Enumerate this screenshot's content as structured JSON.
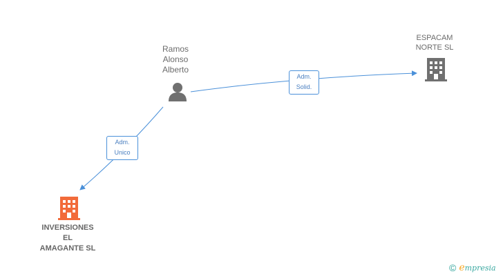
{
  "nodes": {
    "person": {
      "lines": [
        "Ramos",
        "Alonso",
        "Alberto"
      ]
    },
    "espacam": {
      "lines": [
        "ESPACAM",
        "NORTE SL"
      ]
    },
    "inversiones": {
      "lines": [
        "INVERSIONES",
        "EL",
        "AMAGANTE SL"
      ]
    }
  },
  "edges": {
    "solid": {
      "lines": [
        "Adm.",
        "Solid."
      ]
    },
    "unico": {
      "lines": [
        "Adm.",
        "Unico"
      ]
    }
  },
  "colors": {
    "edge": "#4a90d9",
    "person_icon": "#707070",
    "company_gray": "#707070",
    "company_highlight": "#f26b3a"
  },
  "brand": {
    "copyright": "©",
    "e": "e",
    "rest": "mpresia"
  }
}
